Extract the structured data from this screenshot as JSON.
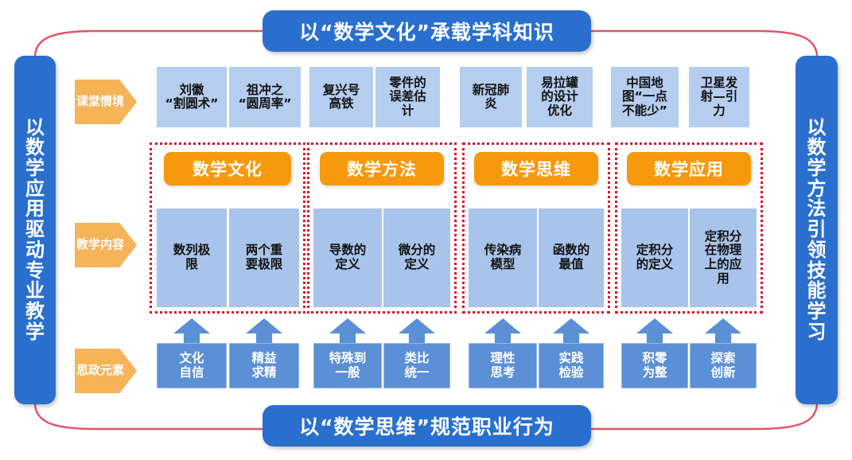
{
  "banners": {
    "top": "以“数学文化”承载学科知识",
    "bottom": "以“数学思维”规范职业行为"
  },
  "panels": {
    "left": "以数学应用驱动专业教学",
    "right": "以数学方法引领技能学习"
  },
  "row_labels": {
    "scene": "课堂情境",
    "content": "教学内容",
    "ideology": "思政元素"
  },
  "rows": {
    "scene": [
      "刘徽\n“割圆术”",
      "祖冲之\n“圆周率”",
      "复兴号\n高铁",
      "零件的\n误差估\n计",
      "新冠肺\n炎",
      "易拉罐\n的设计\n优化",
      "中国地\n图“一点\n不能少”",
      "卫星发\n射—引\n力"
    ],
    "content": [
      "数列极\n限",
      "两个重\n要极限",
      "导数的\n定义",
      "微分的\n定义",
      "传染病\n模型",
      "函数的\n最值",
      "定积分\n的定义",
      "定积分\n在物理\n上的应\n用"
    ],
    "ideology": [
      "文化\n自信",
      "精益\n求精",
      "特殊到\n一般",
      "类比\n统一",
      "理性\n思考",
      "实践\n检验",
      "积零\n为整",
      "探索\n创新"
    ]
  },
  "groups": [
    {
      "title": "数学文化"
    },
    {
      "title": "数学方法"
    },
    {
      "title": "数学思维"
    },
    {
      "title": "数学应用"
    }
  ],
  "colors": {
    "banner_blue": "#2a6fce",
    "panel_blue": "#2a6fce",
    "group_header_orange": "#f7990d",
    "row_label_orange": "#f6b358",
    "scene_box_blue": "#b5cdee",
    "content_box_blue": "#a9c4ea",
    "ideology_box_blue": "#5b8fd6",
    "dotted_border_red": "#d8112a",
    "connector_red": "#e2526a"
  }
}
